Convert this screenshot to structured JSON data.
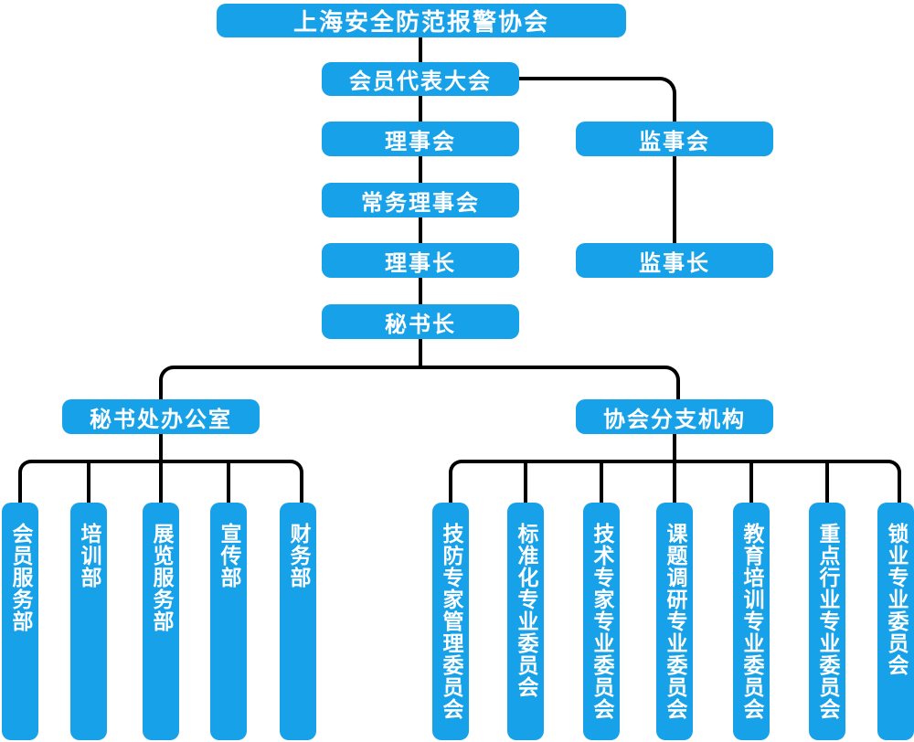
{
  "colors": {
    "box_blue": "#17A1E8",
    "line_black": "#000000",
    "text_white": "#ffffff"
  },
  "org_chart": {
    "root": "上海安全防范报警协会",
    "congress": "会员代表大会",
    "council": "理事会",
    "supervisory_board": "监事会",
    "standing_council": "常务理事会",
    "chairman": "理事长",
    "chief_supervisor": "监事长",
    "secretary_general": "秘书长",
    "secretariat_office": "秘书处办公室",
    "branches": "协会分支机构",
    "secretariat_departments": [
      "会员服务部",
      "培训部",
      "展览服务部",
      "宣传部",
      "财务部"
    ],
    "branch_committees": [
      "技防专家管理委员会",
      "标准化专业委员会",
      "技术专家专业委员会",
      "课题调研专业委员会",
      "教育培训专业委员会",
      "重点行业专业委员会",
      "锁业专业委员会"
    ]
  }
}
